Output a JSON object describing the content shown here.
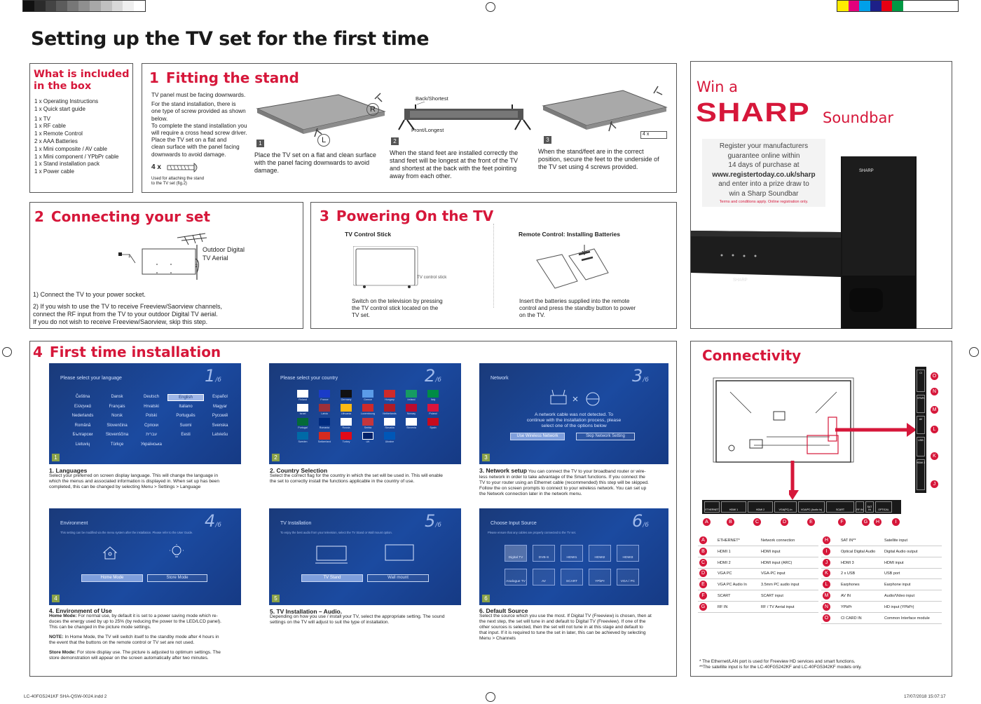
{
  "title": "Setting up the TV set for the first time",
  "included": {
    "heading_line1": "What is included",
    "heading_line2": "in the box",
    "items": [
      "1 x Operating Instructions",
      "1 x Quick start guide",
      "1 x TV",
      "1 x RF cable",
      "1 x Remote Control",
      "2 x AAA Batteries",
      "1 x Mini composite / AV cable",
      "1 x Mini component / YPbPr cable",
      "1 x Stand installation pack",
      "1 x Power cable"
    ]
  },
  "stand": {
    "number": "1",
    "heading": "Fitting the stand",
    "intro": [
      "TV panel must be facing downwards.",
      "For the stand installation, there is",
      "one type of screw provided as shown",
      "below.",
      "To complete the stand installation you",
      "will require a cross head screw driver.",
      "Place the TV set on a flat and",
      "clean surface with the panel facing",
      "downwards to avoid damage."
    ],
    "screw_count": "4 x",
    "screw_note": [
      "Used for attaching the stand",
      "to the TV set (fig.2)"
    ],
    "label_r": "R",
    "label_l": "L",
    "back_label": "Back/Shortest",
    "front_label": "Front/Longest",
    "screw_tag": "4 x",
    "steps": [
      {
        "n": "1",
        "lines": [
          "Place the TV set on a flat and clean surface",
          "with the panel facing downwards to avoid",
          "damage."
        ]
      },
      {
        "n": "2",
        "lines": [
          "When the stand feet are installed correctly the",
          "stand feet will be longest at the front of the TV",
          "and shortest at the back with the feet pointing",
          "away from each other."
        ]
      },
      {
        "n": "3",
        "lines": [
          "When the stand/feet are in the correct",
          "position, secure the feet to the underside of",
          "the TV set using 4 screws provided."
        ]
      }
    ]
  },
  "win": {
    "win_a": "Win a",
    "brand": "SHARP",
    "product": "Soundbar",
    "promo": [
      "Register your manufacturers",
      "guarantee online within",
      "14 days of purchase  at"
    ],
    "url": "www.registertoday.co.uk/sharp",
    "promo2": [
      "and enter into a prize draw to",
      "win a Sharp Soundbar"
    ],
    "terms": "Terms and conditions apply. Online registration only."
  },
  "connecting": {
    "number": "2",
    "heading": "Connecting your set",
    "aerial": [
      "Outdoor Digital",
      "TV Aerial"
    ],
    "label1": "1.",
    "label2": "2.",
    "step1": "1) Connect the TV to your power socket.",
    "step2": [
      "2) If you wish to use the TV to receive Freeview/Saorview channels,",
      "connect the RF input from the TV to your outdoor Digital TV aerial.",
      "If you do not wish to receive Freeview/Saorview, skip this step."
    ]
  },
  "powering": {
    "number": "3",
    "heading": "Powering On the TV",
    "stick_title": "TV Control Stick",
    "stick_label": "TV control stick",
    "stick_text": [
      "Switch on the television by pressing",
      "the TV control stick located on the",
      "TV set."
    ],
    "remote_title": "Remote Control: Installing Batteries",
    "remote_text": [
      "Insert the batteries supplied into the remote",
      "control and press the standby button to power",
      "on the TV."
    ]
  },
  "install": {
    "number": "4",
    "heading": "First time installation",
    "screens": [
      {
        "n": "1",
        "head": "Please select your language",
        "num": "1",
        "den": "/6"
      },
      {
        "n": "2",
        "head": "Please select your country",
        "num": "2",
        "den": "/6"
      },
      {
        "n": "3",
        "head": "Network",
        "num": "3",
        "den": "/6"
      },
      {
        "n": "4",
        "head": "Environment",
        "num": "4",
        "den": "/6"
      },
      {
        "n": "5",
        "head": "TV Installation",
        "num": "5",
        "den": "/6"
      },
      {
        "n": "6",
        "head": "Choose Input Source",
        "num": "6",
        "den": "/6"
      }
    ],
    "languages": [
      "Čeština",
      "Dansk",
      "Deutsch",
      "English",
      "Español",
      "Ελληνικά",
      "Français",
      "Hrvatski",
      "Italiano",
      "Magyar",
      "Nederlands",
      "Norsk",
      "Polski",
      "Português",
      "Русский",
      "Română",
      "Slovenčina",
      "Српски",
      "Suomi",
      "Svenska",
      "Български",
      "Slovenščina",
      "עברית",
      "Eesti",
      "Latviešu",
      "Lietuvių",
      "Türkçe",
      "Українська"
    ],
    "countries": [
      "Finland",
      "France",
      "Germany",
      "Greece",
      "Hungary",
      "Ireland",
      "Italy",
      "Israel",
      "Latvia",
      "Lithuania",
      "Luxembourg",
      "Netherlands",
      "Norway",
      "Poland",
      "Portugal",
      "Romania",
      "Russia",
      "Serbia",
      "Slovakia",
      "Slovenia",
      "Spain",
      "Sweden",
      "Switzerland",
      "Turkey",
      "UK",
      "Ukraine"
    ],
    "network_msg": [
      "A network cable was not detected. To",
      "continue with the installation process, please",
      "select one of the options below"
    ],
    "network_btn1": "Use Wireless Network",
    "network_btn2": "Skip Network Setting",
    "env_msg": "This setting can be modified via the menu system after the installation. Please refer to the User Guide.",
    "env_btn1": "Home Mode",
    "env_btn2": "Store Mode",
    "tvinst_msg": "To enjoy the best audio from your television, select the TV Stand or Wall mount option.",
    "tvinst_btn1": "TV Stand",
    "tvinst_btn2": "Wall mount",
    "source_msg": "Please ensure that any cables are properly connected to the TV set.",
    "sources": [
      "Digital TV",
      "DVB-S",
      "HDMI1",
      "HDMI2",
      "HDMI3",
      "Analogue TV",
      "AV",
      "SCART",
      "YPbPr",
      "VGA / PC"
    ],
    "cap1_title": "1. Languages",
    "cap1": [
      "Select your preferred on screen display language.  This will change the language in",
      "which the menus and associated information is displayed in.  When set up has been",
      "completed, this can be changed by selecting Menu > Settings > Language"
    ],
    "cap2_title": "2. Country Selection",
    "cap2": [
      "Select the correct flag for the country in which the set will be used in. This will enable",
      "the set to correctly install the functions applicable in the country of use."
    ],
    "cap3_title": "3. Network setup",
    "cap3_first": "You can connect the TV to your broadband router or wire-",
    "cap3": [
      "less network in order to take advantage of the Smart functions. If you connect the",
      "TV to your router using an Ethernet cable (recommended) this step will be skipped.",
      "Follow the on screen prompts to connect to your wireless network. You can set up",
      "the Network connection later in the network menu."
    ],
    "cap4_title": "4. Environment of Use",
    "cap4_home_b": "Home Mode:",
    "cap4_home": [
      "For normal use, by default it is set to a power saving mode which re-",
      "duces the energy used by up to 25% (by reducing the power to the LED/LCD panel).",
      "This can be changed in the picture mode settings."
    ],
    "cap4_note_b": "NOTE:",
    "cap4_note": [
      "In Home Mode, the TV will switch itself to the standby mode after 4 hours in",
      "the event that the buttons on the remote control or TV set are not used."
    ],
    "cap4_store_b": "Store Mode:",
    "cap4_store": [
      "For store display use. The picture is adjusted to optimum settings. The",
      "store demonstration will appear on the screen automatically after two minutes."
    ],
    "cap5_title": "5. TV Installation – Audio.",
    "cap5": [
      "Depending on how you use / install your TV, select the appropriate setting. The sound",
      "settings on the TV will adjust to suit the type of installation."
    ],
    "cap6_title": "6. Default Source",
    "cap6": [
      "Select the source which you use the most. If Digital TV (Freeview) is chosen, then at",
      "the next step, the set will tune in and default to Digital TV (Freeview). If one of the",
      "other sources is selected, then the set will not tune in at this stage and default to",
      "that input. If it is required to tune the set in later, this can be achieved by selecting",
      "Menu > Channels"
    ]
  },
  "connectivity": {
    "heading": "Connectivity",
    "ports_bottom": [
      "ETHERNET",
      "HDMI 1",
      "HDMI 2",
      "VGA(PC) In",
      "VGA/PC (Audio In)",
      "SCART",
      "RF IN",
      "SAT IN",
      "OPTICAL"
    ],
    "ports_side": [
      "CI",
      "YPbPr",
      "AV",
      "USB",
      "HDMI 3"
    ],
    "bottom_markers": [
      "A",
      "B",
      "C",
      "D",
      "E",
      "F",
      "G",
      "H",
      "I"
    ],
    "side_markers": [
      "O",
      "N",
      "M",
      "L",
      "K",
      "J"
    ],
    "table_left": [
      {
        "k": "A",
        "name": "ETHERNET*",
        "desc": "Network connection"
      },
      {
        "k": "B",
        "name": "HDMI 1",
        "desc": "HDMI input"
      },
      {
        "k": "C",
        "name": "HDMI 2",
        "desc": "HDMI input (ARC)"
      },
      {
        "k": "D",
        "name": "VGA PC",
        "desc": "VGA-PC input"
      },
      {
        "k": "E",
        "name": "VGA PC Audio In",
        "desc": "3.5mm PC audio input"
      },
      {
        "k": "F",
        "name": "SCART",
        "desc": "SCART input"
      },
      {
        "k": "G",
        "name": "RF IN",
        "desc": "RF / TV Aerial input"
      }
    ],
    "table_right": [
      {
        "k": "H",
        "name": "SAT IN**",
        "desc": "Satellite input"
      },
      {
        "k": "I",
        "name": "Optical Digital Audio",
        "desc": "Digital Audio output"
      },
      {
        "k": "J",
        "name": "HDMI 3",
        "desc": "HDMI input"
      },
      {
        "k": "K",
        "name": "2 x USB",
        "desc": "USB port"
      },
      {
        "k": "L",
        "name": "Earphones",
        "desc": "Earphone input"
      },
      {
        "k": "M",
        "name": "AV IN",
        "desc": "Audio/Video input"
      },
      {
        "k": "N",
        "name": "YPbPr",
        "desc": "HD input (YPbPr)"
      },
      {
        "k": "O",
        "name": "CI CARD IN",
        "desc": "Common Interface module"
      }
    ],
    "footnote1": "* The Ethernet/LAN port is used for Freeview HD services and smart functions.",
    "footnote2": "**The satellite input is for the LC-40FG5242KF and LC-40FG5342KF models only."
  },
  "footer": {
    "file": "LC-40FG5241KF SHA-QSW-0024.indd   2",
    "date": "17/07/2018   15:07:17"
  },
  "colors": {
    "accent": "#d6173a",
    "screen": "#1b4aa0"
  }
}
